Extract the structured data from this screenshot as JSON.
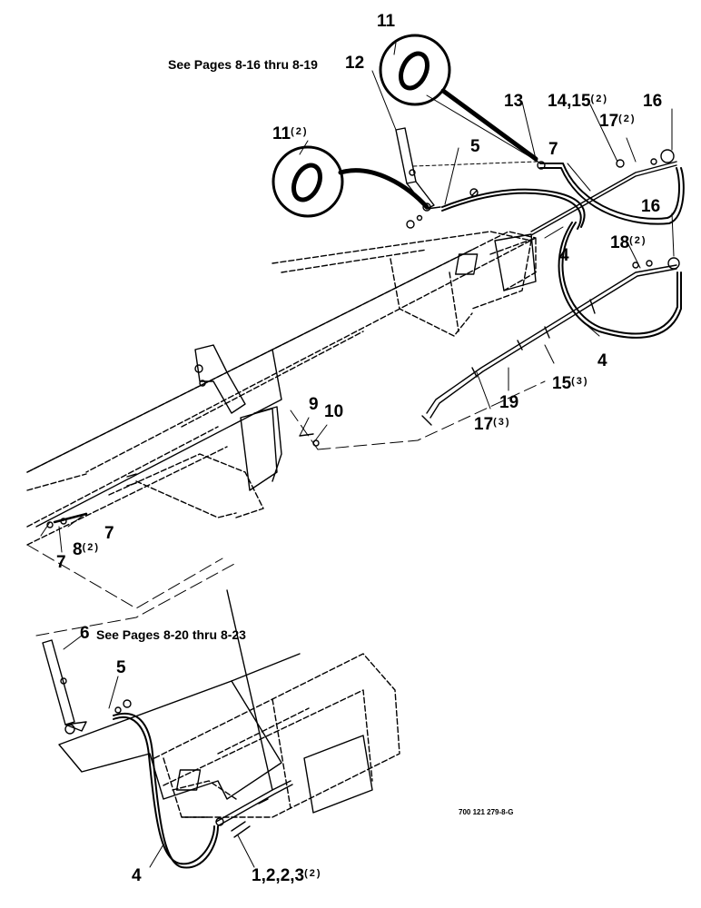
{
  "notes": {
    "top": "See Pages 8-16 thru 8-19",
    "bottom": "See Pages 8-20 thru 8-23"
  },
  "callouts": {
    "c11_top": "11",
    "c11_mid": "11",
    "c11_mid_qty": "(2)",
    "c12": "12",
    "c13": "13",
    "c14_15": "14,15",
    "c14_15_qty": "(2)",
    "c16_top": "16",
    "c17_top": "17",
    "c17_top_qty": "(2)",
    "c5_top": "5",
    "c7_right": "7",
    "c16_mid": "16",
    "c18": "18",
    "c18_qty": "(2)",
    "c4_mid": "4",
    "c4_right": "4",
    "c15": "15",
    "c15_qty": "(3)",
    "c19": "19",
    "c17_low": "17",
    "c17_low_qty": "(3)",
    "c9": "9",
    "c10": "10",
    "c7_left_a": "7",
    "c8": "8",
    "c8_qty": "(2)",
    "c7_left_b": "7",
    "c6": "6",
    "c5_bottom": "5",
    "c4_bottom": "4",
    "c1_2_3": "1,2,2,3",
    "c1_2_3_qty": "(2)"
  },
  "figure_id": "700 121 279-8-G",
  "icons": [
    "o-ring-detail-icon",
    "o-ring-detail-icon"
  ]
}
